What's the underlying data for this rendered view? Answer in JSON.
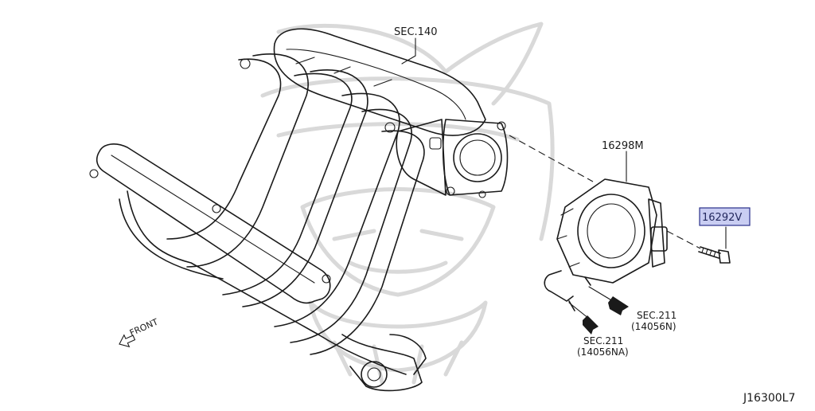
{
  "labels": {
    "sec140": "SEC.140",
    "part_throttle": "16298M",
    "part_bolt": "16292V",
    "sec211_a": "SEC.211",
    "sec211_a_code": "(14056N)",
    "sec211_b": "SEC.211",
    "sec211_b_code": "(14056NA)",
    "front": "FRONT",
    "diagram_id": "J16300L7"
  },
  "colors": {
    "line": "#1a1a1a",
    "highlight_fill": "#c9cdf2",
    "highlight_border": "#2a2f8a",
    "watermark": "#d9d9d9"
  }
}
